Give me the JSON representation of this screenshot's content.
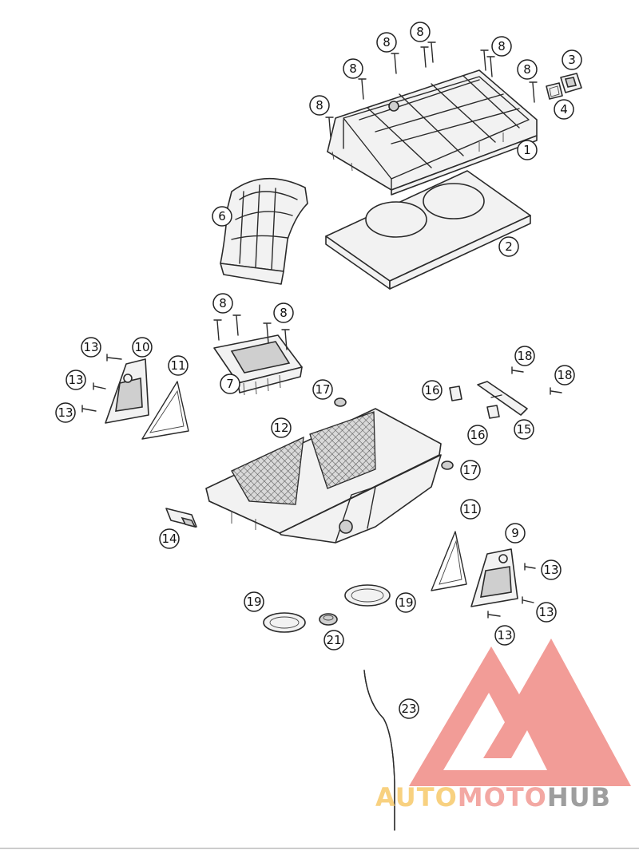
{
  "diagram": {
    "callouts": [
      "1",
      "2",
      "3",
      "4",
      "6",
      "7",
      "8",
      "9",
      "10",
      "11",
      "12",
      "13",
      "14",
      "15",
      "16",
      "17",
      "18",
      "19",
      "21",
      "23"
    ]
  },
  "watermark": {
    "part1": "AUTO",
    "part2": "MOTO",
    "part3": "HUB",
    "colors": {
      "auto": "#f7c96a",
      "moto": "#f29a94",
      "hub": "#8e8e8e",
      "triangle": "#f08b85"
    }
  }
}
